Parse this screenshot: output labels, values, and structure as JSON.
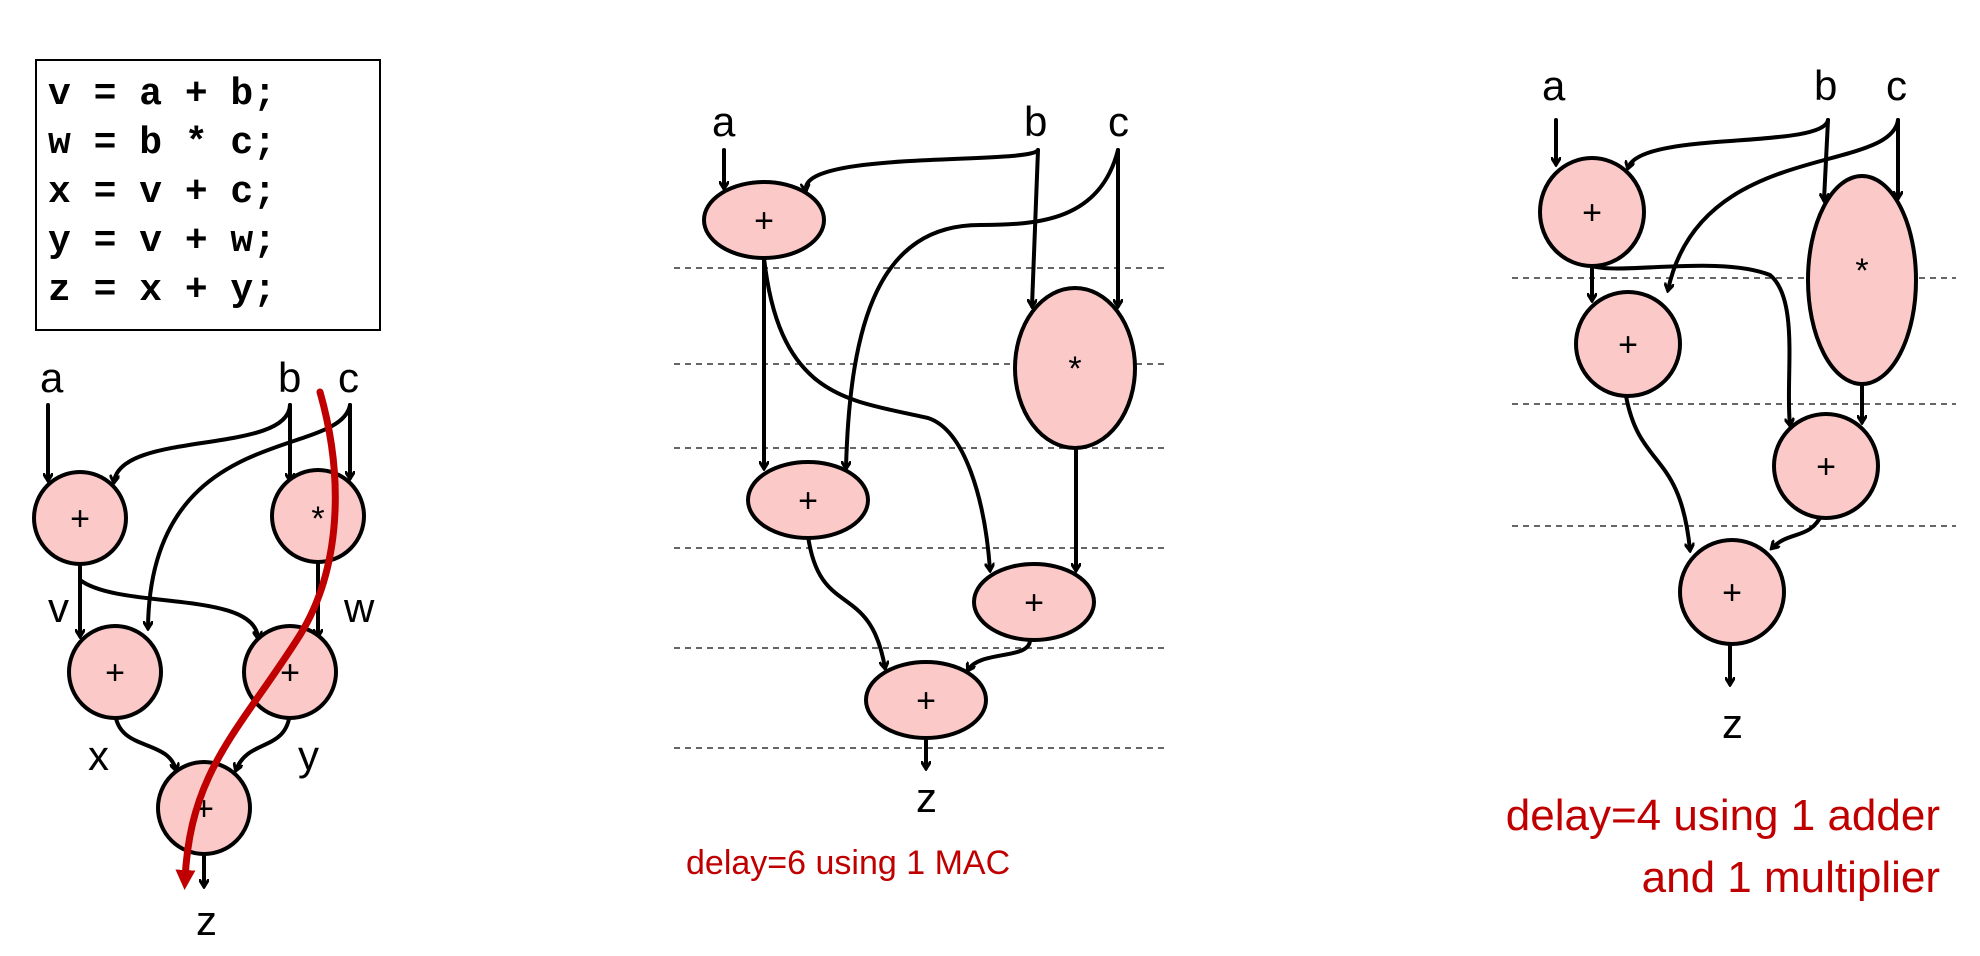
{
  "colors": {
    "node_fill": "#fcc9c9",
    "critical_path": "#c00000",
    "caption": "#c00000"
  },
  "code": {
    "lines": [
      "v = a + b;",
      "w = b * c;",
      "x = v + c;",
      "y = v + w;",
      "z = x + y;"
    ]
  },
  "graph1": {
    "inputs": {
      "a": "a",
      "b": "b",
      "c": "c"
    },
    "ops": {
      "n1": "+",
      "n2": "*",
      "n3": "+",
      "n4": "+",
      "n5": "+"
    },
    "edge_labels": {
      "v": "v",
      "w": "w",
      "x": "x",
      "y": "y"
    },
    "output": "z"
  },
  "graph2": {
    "inputs": {
      "a": "a",
      "b": "b",
      "c": "c"
    },
    "ops": {
      "n1": "+",
      "n2": "*",
      "n3": "+",
      "n4": "+",
      "n5": "+"
    },
    "output": "z",
    "caption": "delay=6 using 1 MAC"
  },
  "graph3": {
    "inputs": {
      "a": "a",
      "b": "b",
      "c": "c"
    },
    "ops": {
      "n1": "+",
      "n2": "*",
      "n3": "+",
      "n4": "+",
      "n5": "+"
    },
    "output": "z",
    "caption_lines": [
      "delay=4 using 1 adder",
      "and 1 multiplier"
    ]
  }
}
